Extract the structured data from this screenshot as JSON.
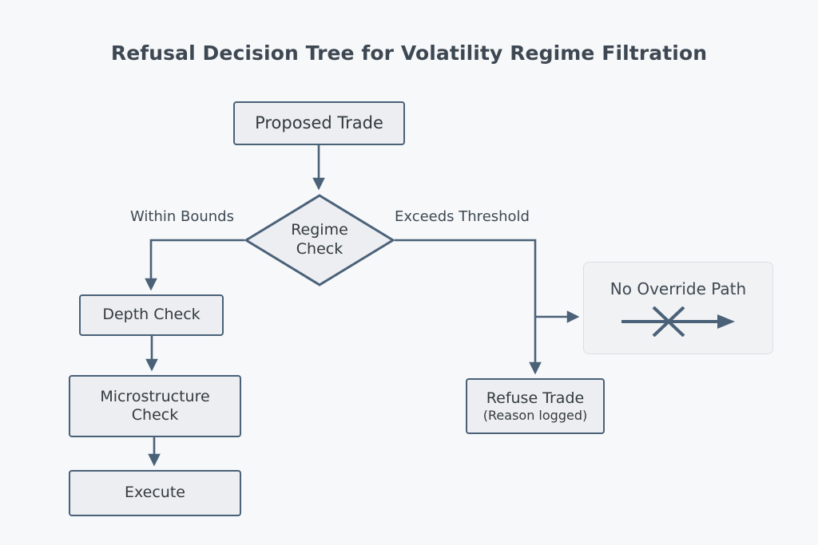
{
  "diagram": {
    "title": "Refusal Decision Tree for Volatility Regime Filtration",
    "colors": {
      "background": "#f7f8fa",
      "node_fill": "#eceef1",
      "node_border": "#4a6178",
      "edge": "#4a6178",
      "text": "#333a40",
      "panel_fill": "#f1f2f4",
      "panel_border": "#dcdfe3"
    },
    "nodes": {
      "proposed_trade": {
        "label": "Proposed Trade",
        "shape": "rectangle"
      },
      "regime_check": {
        "line1": "Regime",
        "line2": "Check",
        "shape": "diamond"
      },
      "depth_check": {
        "label": "Depth Check",
        "shape": "rectangle"
      },
      "microstructure_check": {
        "line1": "Microstructure",
        "line2": "Check",
        "shape": "rectangle"
      },
      "execute": {
        "label": "Execute",
        "shape": "rectangle"
      },
      "refuse_trade": {
        "line1": "Refuse Trade",
        "line2": "(Reason logged)",
        "shape": "rectangle"
      }
    },
    "edge_labels": {
      "left_branch": "Within Bounds",
      "right_branch": "Exceeds Threshold"
    },
    "panel": {
      "title": "No Override Path",
      "icon": "crossed-out-arrow-icon"
    }
  }
}
